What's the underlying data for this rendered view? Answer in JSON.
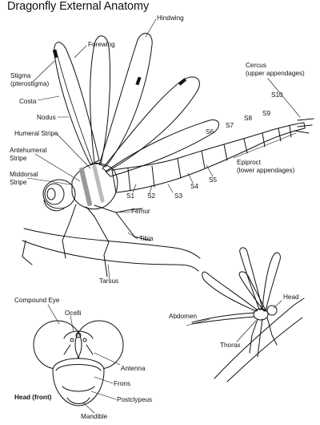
{
  "title": "Dragonfly External Anatomy",
  "labels": {
    "forewing": "Forewing",
    "hindwing": "Hindwing",
    "stigma": "Stigma",
    "pterostigma": "(pterostigma)",
    "costa": "Costa",
    "nodus": "Nodus",
    "humeral_stripe": "Humeral Stripe",
    "antehumeral_stripe_1": "Antehumeral",
    "antehumeral_stripe_2": "Stripe",
    "middorsal_stripe_1": "Middorsal",
    "middorsal_stripe_2": "Stripe",
    "cercus": "Cercus",
    "upper_appendages": "(upper appendages)",
    "s1": "S1",
    "s2": "S2",
    "s3": "S3",
    "s4": "S4",
    "s5": "S5",
    "s6": "S6",
    "s7": "S7",
    "s8": "S8",
    "s9": "S9",
    "s10": "S10",
    "epiproct": "Epiproct",
    "lower_appendages": "(lower appendages)",
    "femur": "Femur",
    "tibia": "Tibia",
    "tarsus": "Tarsus",
    "compound_eye": "Compound Eye",
    "ocelli": "Ocelli",
    "antenna": "Antenna",
    "frons": "Frons",
    "postclypeus": "Postclypeus",
    "mandible": "Mandible",
    "head_front": "Head (front)",
    "head": "Head",
    "abdomen": "Abdomen",
    "thorax": "Thorax"
  }
}
